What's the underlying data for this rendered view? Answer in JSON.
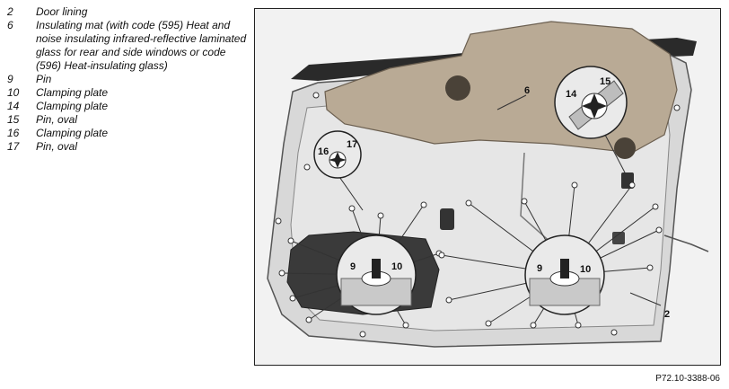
{
  "legend": [
    {
      "num": "2",
      "text": "Door lining"
    },
    {
      "num": "6",
      "text": "Insulating mat (with code (595) Heat and noise insulating infrared-reflective laminated glass for rear and side windows or code (596) Heat-insulating glass)"
    },
    {
      "num": "9",
      "text": "Pin"
    },
    {
      "num": "10",
      "text": "Clamping plate"
    },
    {
      "num": "14",
      "text": "Clamping plate"
    },
    {
      "num": "15",
      "text": "Pin, oval"
    },
    {
      "num": "16",
      "text": "Clamping plate"
    },
    {
      "num": "17",
      "text": "Pin, oval"
    }
  ],
  "callouts": {
    "c2": "2",
    "c6": "6",
    "c9a": "9",
    "c10a": "10",
    "c9b": "9",
    "c10b": "10",
    "c14": "14",
    "c15": "15",
    "c16": "16",
    "c17": "17"
  },
  "figure_ref": "P72.10-3388-06"
}
